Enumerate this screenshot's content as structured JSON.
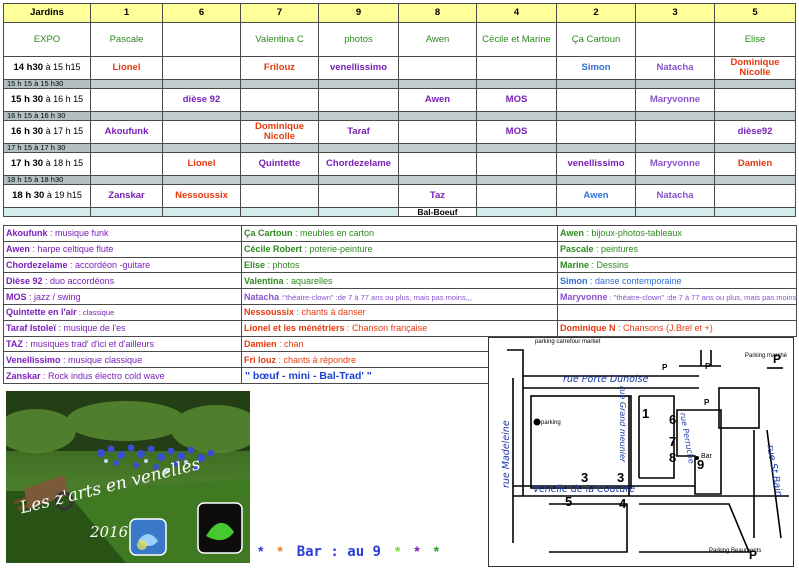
{
  "header": [
    "Jardins",
    "1",
    "6",
    "7",
    "9",
    "8",
    "4",
    "2",
    "3",
    "5"
  ],
  "expo_row": [
    {
      "text": "EXPO",
      "color": "green"
    },
    {
      "text": "Pascale",
      "color": "green"
    },
    {
      "text": "",
      "color": ""
    },
    {
      "text": "Valentina C",
      "color": "green"
    },
    {
      "text": "photos",
      "color": "green"
    },
    {
      "text": "Awen",
      "color": "green"
    },
    {
      "text": "Cécile et Marine",
      "color": "green"
    },
    {
      "text": "Ça Cartoun",
      "color": "green"
    },
    {
      "text": "",
      "color": ""
    },
    {
      "text": "Elise",
      "color": "green"
    }
  ],
  "slots": [
    {
      "time_bold": "14 h30",
      "time_rest": " à 15 h15",
      "cells": [
        {
          "text": "Lionel",
          "color": "red"
        },
        {
          "text": "",
          "color": ""
        },
        {
          "text": "Frilouz",
          "color": "red"
        },
        {
          "text": "venellissimo",
          "color": "purple"
        },
        {
          "text": "",
          "color": ""
        },
        {
          "text": "",
          "color": ""
        },
        {
          "text": "Simon",
          "color": "blue"
        },
        {
          "text": "Natacha",
          "color": "violet"
        },
        {
          "text": "Dominique Nicolle",
          "color": "red"
        }
      ],
      "sep": "15 h 15 à 15 h30"
    },
    {
      "time_bold": "15 h 30",
      "time_rest": " à 16 h 15",
      "cells": [
        {
          "text": "",
          "color": ""
        },
        {
          "text": "dièse 92",
          "color": "purple"
        },
        {
          "text": "",
          "color": ""
        },
        {
          "text": "",
          "color": ""
        },
        {
          "text": "Awen",
          "color": "purple"
        },
        {
          "text": "MOS",
          "color": "purple"
        },
        {
          "text": "",
          "color": ""
        },
        {
          "text": "Maryvonne",
          "color": "violet"
        },
        {
          "text": "",
          "color": ""
        }
      ],
      "sep": "16 h 15 à 16 h 30"
    },
    {
      "time_bold": "16 h 30",
      "time_rest": " à 17 h 15",
      "cells": [
        {
          "text": "Akoufunk",
          "color": "purple"
        },
        {
          "text": "",
          "color": ""
        },
        {
          "text": "Dominique Nicolle",
          "color": "red"
        },
        {
          "text": "Taraf",
          "color": "purple"
        },
        {
          "text": "",
          "color": ""
        },
        {
          "text": "MOS",
          "color": "purple"
        },
        {
          "text": "",
          "color": ""
        },
        {
          "text": "",
          "color": ""
        },
        {
          "text": "dièse92",
          "color": "purple"
        }
      ],
      "sep": "17 h 15 à 17 h 30"
    },
    {
      "time_bold": "17 h 30",
      "time_rest": " à 18 h 15",
      "cells": [
        {
          "text": "",
          "color": ""
        },
        {
          "text": "Lionel",
          "color": "red"
        },
        {
          "text": "Quintette",
          "color": "purple"
        },
        {
          "text": "Chordezelame",
          "color": "purple"
        },
        {
          "text": "",
          "color": ""
        },
        {
          "text": "",
          "color": ""
        },
        {
          "text": "venellissimo",
          "color": "purple"
        },
        {
          "text": "Maryvonne",
          "color": "violet"
        },
        {
          "text": "Damien",
          "color": "red"
        }
      ],
      "sep": "18 h 15 à 18 h30"
    },
    {
      "time_bold": "18 h 30",
      "time_rest": " à 19 h15",
      "cells": [
        {
          "text": "Zanskar",
          "color": "purple"
        },
        {
          "text": "Nessoussix",
          "color": "red"
        },
        {
          "text": "",
          "color": ""
        },
        {
          "text": "",
          "color": ""
        },
        {
          "text": "Taz",
          "color": "purple"
        },
        {
          "text": "",
          "color": ""
        },
        {
          "text": "Awen",
          "color": "blue"
        },
        {
          "text": "Natacha",
          "color": "violet"
        },
        {
          "text": "",
          "color": ""
        }
      ],
      "sep": ""
    }
  ],
  "bal_label": "Bal-Boeuf",
  "legend": [
    [
      {
        "name": "Akoufunk",
        "desc": " : musique funk",
        "color": "purple"
      },
      {
        "name": "Ça Cartoun",
        "desc": " : meubles en carton",
        "color": "green"
      },
      {
        "name": "Awen",
        "desc": " : bijoux-photos-tableaux",
        "color": "green"
      }
    ],
    [
      {
        "name": "Awen",
        "desc": " : harpe celtique flute",
        "color": "purple"
      },
      {
        "name": "Cécile Robert",
        "desc": " :  poterie-peinture",
        "color": "green"
      },
      {
        "name": "Pascale",
        "desc": " : peintures",
        "color": "green"
      }
    ],
    [
      {
        "name": "Chordezelame",
        "desc": " : accordéon -guitare",
        "color": "purple"
      },
      {
        "name": "Elise",
        "desc": " : photos",
        "color": "green"
      },
      {
        "name": "Marine",
        "desc": " : Dessins",
        "color": "green"
      }
    ],
    [
      {
        "name": "Dièse 92",
        "desc": " : duo accordéons",
        "color": "purple"
      },
      {
        "name": "Valentina",
        "desc": " : aquarelles",
        "color": "green"
      },
      {
        "name": "Simon",
        "desc": " : danse contemporaine",
        "color": "blue"
      }
    ],
    [
      {
        "name": "MOS",
        "desc": " : jazz / swing",
        "color": "purple"
      },
      {
        "name": "Natacha",
        "desc": " :\"théatre-clown\" :de 7 à 77 ans ou plus,  mais pas moins,,,",
        "color": "violet",
        "small": true
      },
      {
        "name": "Maryvonne",
        "desc": " : \"théatre-clown\" :de 7 à 77 ans ou plus,  mais pas moins,,,",
        "color": "violet",
        "small": true
      }
    ],
    [
      {
        "name": "Quintette en l'air",
        "desc": "  : classique",
        "color": "purple",
        "small_desc": true
      },
      {
        "name": "Nessoussix",
        "desc": " : chants à danser",
        "color": "red"
      },
      {
        "name": "",
        "desc": "",
        "color": ""
      }
    ],
    [
      {
        "name": "Taraf Istoleï",
        "desc": " : musique de l'es",
        "color": "purple"
      },
      {
        "name": "Lionel et les ménétriers",
        "desc": "   : Chanson française",
        "color": "red"
      },
      {
        "name": "Dominique N",
        "desc": "  : Chansons (J.Brel et +)",
        "color": "red"
      }
    ],
    [
      {
        "name": "TAZ",
        "desc": " : musiques trad' d'ici et d'ailleurs",
        "color": "purple"
      },
      {
        "name": "Damien",
        "desc": " : chan",
        "color": "red"
      },
      null
    ],
    [
      {
        "name": "Venellissimo",
        "desc": " : musique classique",
        "color": "purple"
      },
      {
        "name": "Fri louz",
        "desc": " : chants à répondre",
        "color": "red"
      },
      null
    ],
    [
      {
        "name": "Zanskar",
        "desc": " : Rock indus électro cold wave",
        "color": "purple"
      },
      {
        "name": "\" bœuf - mini - Bal-Trad'  \"",
        "desc": "",
        "color": "bigblue"
      },
      null
    ]
  ],
  "photo": {
    "title": "Les z'arts en venelles",
    "year": "2016"
  },
  "bar_line": {
    "stars": [
      "*",
      "*",
      "*",
      "*",
      "*"
    ],
    "text": "Bar  :  au 9"
  },
  "map": {
    "streets": {
      "porte_dunoise": "rue Porte Dunoise",
      "madeleine": "rue Madeleine",
      "grand_meunier": "rue Grand meunier",
      "couture": "Venelle de la Couture",
      "perruche": "rue Perruche",
      "saint_bain": "rue St Bain"
    },
    "labels": {
      "parking_top": "parking carrefour market",
      "parking_marche": "Parking marché",
      "parking_mid": "parking",
      "bar": "Bar",
      "parking_bottom": "Parking Beaumonts",
      "p": "P"
    },
    "numbers": [
      "1",
      "6",
      "7",
      "8",
      "9",
      "3",
      "3",
      "5",
      "4"
    ]
  },
  "colors": {
    "green": "#2d8a1e",
    "red": "#e8380c",
    "purple": "#7a1fb8",
    "blue": "#2f6fd6",
    "violet": "#8a52d0",
    "header_bg": "#ffff99",
    "sep_bg": "#b4c0c0",
    "bal_bg": "#d5ecec",
    "bigblue": "#1c3fd0"
  }
}
